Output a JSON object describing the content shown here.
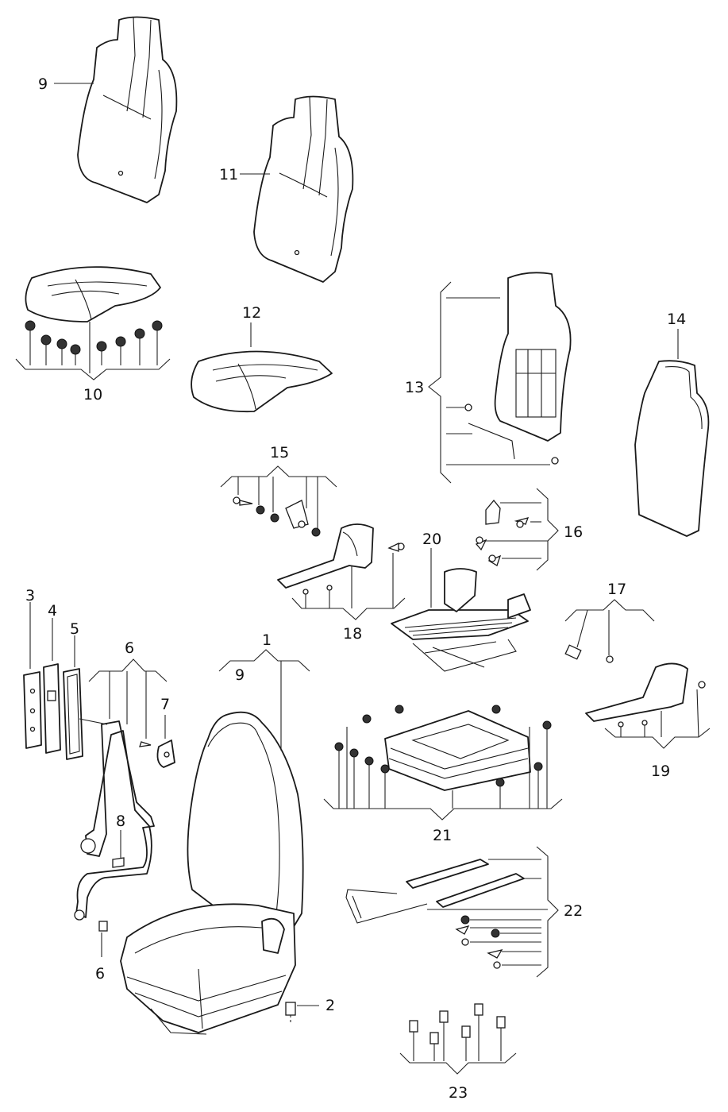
{
  "callouts": {
    "c1": "1",
    "c2": "2",
    "c3": "3",
    "c4": "4",
    "c5": "5",
    "c6a": "6",
    "c6b": "6",
    "c7": "7",
    "c8": "8",
    "c9a": "9",
    "c9b": "9",
    "c10": "10",
    "c11": "11",
    "c12": "12",
    "c13": "13",
    "c14": "14",
    "c15": "15",
    "c16": "16",
    "c17": "17",
    "c18": "18",
    "c19": "19",
    "c20": "20",
    "c21": "21",
    "c22": "22",
    "c23": "23"
  },
  "colors": {
    "line": "#1a1a1a",
    "background": "#ffffff"
  }
}
